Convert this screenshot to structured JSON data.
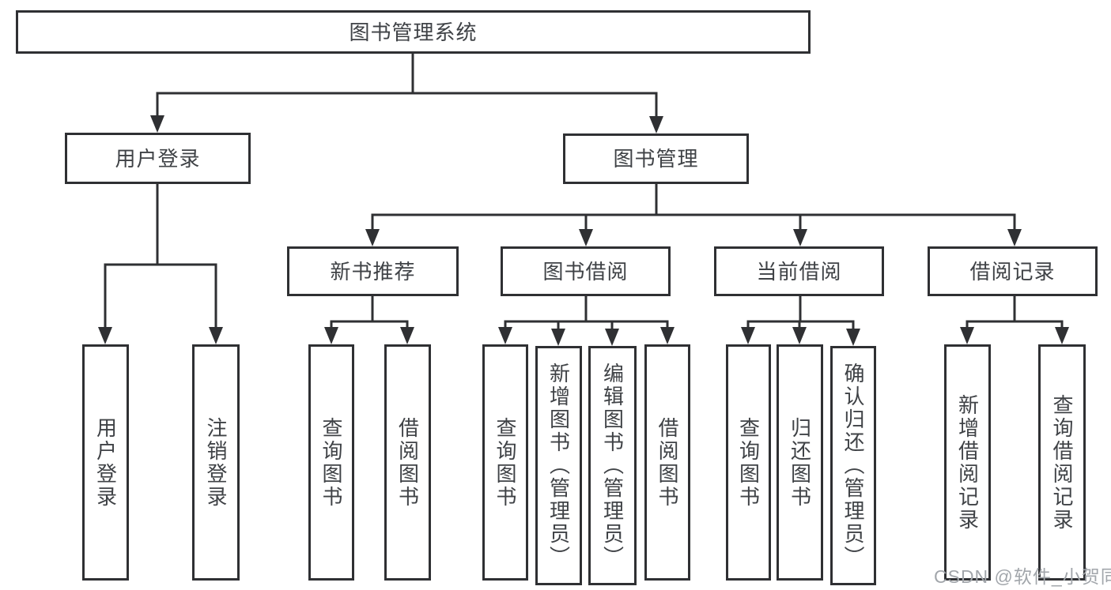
{
  "colors": {
    "line": "#2f3033",
    "text": "#3f4246",
    "watermark": "#a2a6ab",
    "background": "#ffffff"
  },
  "watermark": {
    "text": "CSDN @软件_小贺同学"
  },
  "tree": {
    "root": {
      "label": "图书管理系统"
    },
    "branches": [
      {
        "label": "用户登录",
        "children": [
          {
            "label": "用户登录"
          },
          {
            "label": "注销登录"
          }
        ]
      },
      {
        "label": "图书管理",
        "children": [
          {
            "label": "新书推荐",
            "children": [
              {
                "label": "查询图书"
              },
              {
                "label": "借阅图书"
              }
            ]
          },
          {
            "label": "图书借阅",
            "children": [
              {
                "label": "查询图书"
              },
              {
                "label": "新增图书（管理员）"
              },
              {
                "label": "编辑图书（管理员）"
              },
              {
                "label": "借阅图书"
              }
            ]
          },
          {
            "label": "当前借阅",
            "children": [
              {
                "label": "查询图书"
              },
              {
                "label": "归还图书"
              },
              {
                "label": "确认归还（管理员）"
              }
            ]
          },
          {
            "label": "借阅记录",
            "children": [
              {
                "label": "新增借阅记录"
              },
              {
                "label": "查询借阅记录"
              }
            ]
          }
        ]
      }
    ]
  }
}
